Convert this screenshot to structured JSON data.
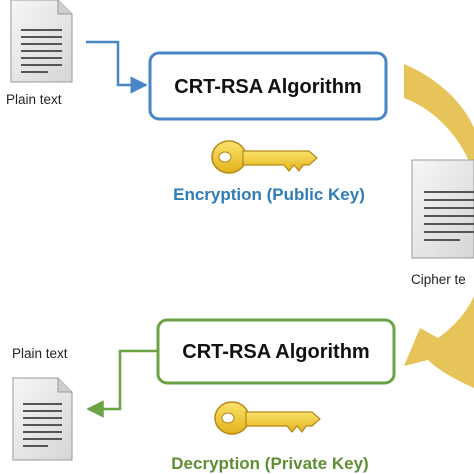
{
  "encryption": {
    "input_label": "Plain text",
    "algorithm_label": "CRT-RSA Algorithm",
    "caption": "Encryption (Public Key)",
    "key_icon": "key-icon",
    "document_icon": "document-icon"
  },
  "ciphertext": {
    "label": "Cipher te",
    "document_icon": "document-icon"
  },
  "decryption": {
    "output_label": "Plain text",
    "algorithm_label": "CRT-RSA Algorithm",
    "caption": "Decryption (Private Key)",
    "key_icon": "key-icon",
    "document_icon": "document-icon"
  },
  "colors": {
    "encryption_accent": "#4a86c5",
    "caption_encryption": "#2e7db6",
    "decryption_accent": "#6aa343",
    "caption_decryption": "#5e8f35",
    "curved_arrow": "#e6c45a",
    "key_gold": "#f4cf2e",
    "document_fill": "#e8e8e8"
  }
}
